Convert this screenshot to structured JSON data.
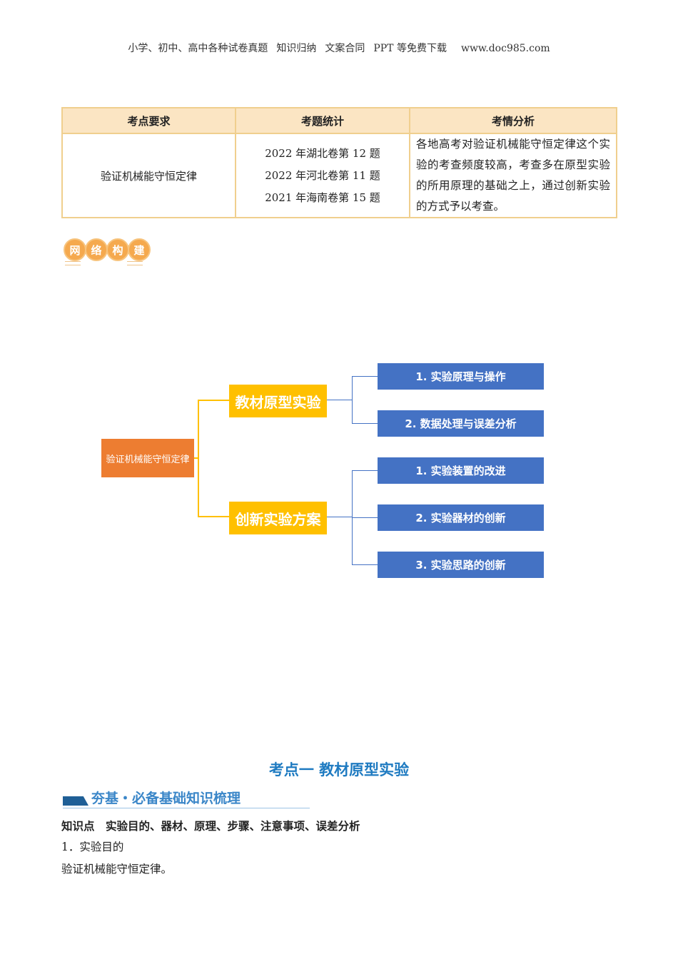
{
  "header": {
    "items": [
      "小学、初中、高中各种试卷真题",
      "知识归纳",
      "文案合同",
      "PPT 等免费下载",
      "www.doc985.com"
    ]
  },
  "table": {
    "headers": [
      "考点要求",
      "考题统计",
      "考情分析"
    ],
    "row": {
      "requirement": "验证机械能守恒定律",
      "stats": [
        "2022 年湖北卷第 12 题",
        "2022 年河北卷第 11 题",
        "2021 年海南卷第 15 题"
      ],
      "analysis": "各地高考对验证机械能守恒定律这个实验的考查频度较高，考查多在原型实验的所用原理的基础之上，通过创新实验的方式予以考查。"
    }
  },
  "badge": [
    "网",
    "络",
    "构",
    "建"
  ],
  "mindmap": {
    "root": "验证机械能守恒定律",
    "branches": [
      {
        "label": "教材原型实验",
        "leaves": [
          "1. 实验原理与操作",
          "2. 数据处理与误差分析"
        ]
      },
      {
        "label": "创新实验方案",
        "leaves": [
          "1. 实验装置的改进",
          "2. 实验器材的创新",
          "3. 实验思路的创新"
        ]
      }
    ]
  },
  "section_title": "考点一  教材原型实验",
  "section_banner": "夯基・必备基础知识梳理",
  "knowledge_point": "知识点　实验目的、器材、原理、步骤、注意事项、误差分析",
  "item1": "1．实验目的",
  "item1_text": "验证机械能守恒定律。"
}
